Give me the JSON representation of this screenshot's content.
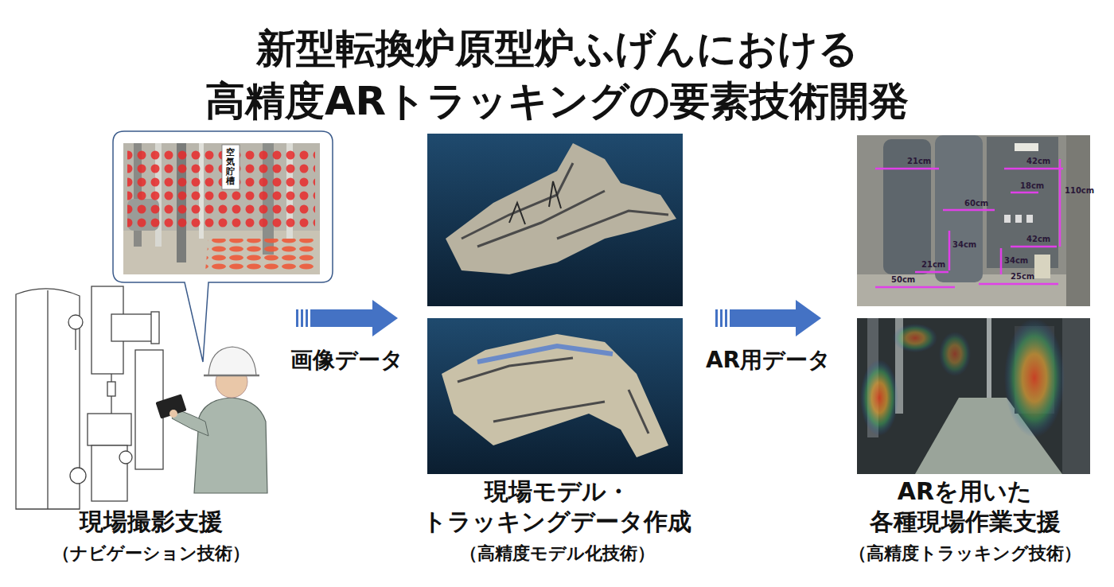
{
  "diagram": {
    "title": "新型転換炉原型炉ふげんにおける 高精度ARトラッキングの要素技術開発",
    "nodes": [
      {
        "text": [
          "現場撮影支援",
          "（ナビゲーション技術）"
        ]
      },
      {
        "text": [
          "現場モデル・ トラッキングデータ作成",
          "（高精度モデル化技術）"
        ]
      },
      {
        "text": [
          "ARを用いた 各種現場作業支援",
          "（高精度トラッキング技術）"
        ]
      }
    ],
    "edges": [
      {
        "from": 0,
        "to": 1,
        "label": "画像データ",
        "arrow": "to"
      },
      {
        "from": 1,
        "to": 2,
        "label": "AR用データ",
        "arrow": "to"
      }
    ],
    "labels": [
      "空気貯槽",
      "21cm",
      "42cm",
      "18cm",
      "110cm",
      "60cm",
      "34cm",
      "34cm",
      "21cm",
      "50cm",
      "25cm",
      "42cm"
    ]
  }
}
